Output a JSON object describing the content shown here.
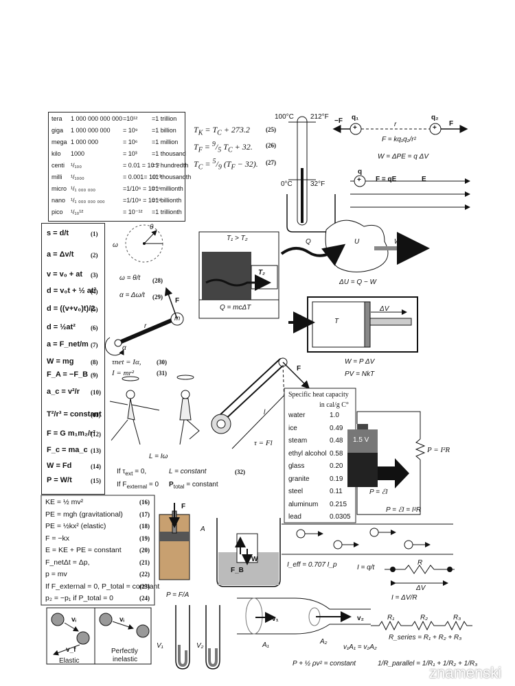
{
  "prefixes": {
    "rows": [
      {
        "name": "tera",
        "number": "1 000 000 000 000",
        "power": "=10¹²",
        "word": "=1 trillion"
      },
      {
        "name": "giga",
        "number": "1 000 000 000",
        "power": "= 10⁹",
        "word": "=1 billion"
      },
      {
        "name": "mega",
        "number": "1 000 000",
        "power": "= 10⁶",
        "word": "=1 million"
      },
      {
        "name": "kilo",
        "number": "1000",
        "power": "= 10³",
        "word": "=1 thousand"
      },
      {
        "name": "centi",
        "number": "¹/₁₀₀",
        "power": "=   0.01 = 10⁻²",
        "word": "=1 hundredth"
      },
      {
        "name": "milli",
        "number": "¹/₁₀₀₀",
        "power": "=   0.001= 10⁻³",
        "word": "=1 thousandth"
      },
      {
        "name": "micro",
        "number": "¹/₁ ₀₀₀ ₀₀₀",
        "power": "=1/10⁶ = 10⁻⁶",
        "word": "=1 millionth"
      },
      {
        "name": "nano",
        "number": "¹/₁ ₀₀₀ ₀₀₀ ₀₀₀",
        "power": "=1/10⁹ = 10⁻⁹",
        "word": "=1 billionth"
      },
      {
        "name": "pico",
        "number": "¹/₁₀¹²",
        "power": "= 10⁻¹²",
        "word": "=1 trillionth"
      }
    ]
  },
  "temperature": {
    "eqs": [
      {
        "text": "T_K = T_C + 273.2",
        "num": "(25)"
      },
      {
        "text": "T_F = 9/5 T_C + 32.",
        "num": "(26)"
      },
      {
        "text": "T_C = 5/9 (T_F − 32).",
        "num": "(27)"
      }
    ],
    "t100c": "100°C",
    "t212f": "212°F",
    "t0c": "0°C",
    "t32f": "32°F"
  },
  "electro": {
    "minusF": "−F",
    "q1": "q₁",
    "q2": "q₂",
    "r": "r",
    "F": "F",
    "coulomb": "F = kq₁q₂/r²",
    "work": "W = ΔPE = q ΔV",
    "q": "q",
    "FqE": "F = qE",
    "E": "E",
    "plus": "+"
  },
  "kinematics": [
    {
      "text": "s = d/t",
      "num": "(1)"
    },
    {
      "text": "a = Δv/t",
      "num": "(2)"
    },
    {
      "text": "v = v₀ + at",
      "num": "(3)"
    },
    {
      "text": "d = v₀t + ½ at²",
      "num": "(4)"
    },
    {
      "text": "d = ((v+v₀)t)/2",
      "num": "(5)"
    },
    {
      "text": "d = ½at²",
      "num": "(6)"
    },
    {
      "text": "a = F_net/m",
      "num": "(7)"
    },
    {
      "text": "W = mg",
      "num": "(8)"
    },
    {
      "text": "F_A = −F_B",
      "num": "(9)"
    },
    {
      "text": "a_c = v²/r",
      "num": "(10)"
    },
    {
      "text": "T²/r³ = constant",
      "num": "(11)"
    },
    {
      "text": "F = G m₁m₂/r²",
      "num": "(12)"
    },
    {
      "text": "F_c = ma_c",
      "num": "(13)"
    },
    {
      "text": "W = Fd",
      "num": "(14)"
    },
    {
      "text": "P = W/t",
      "num": "(15)"
    }
  ],
  "rotation": {
    "omega_eq": "ω = θ/t",
    "omega_num": "(28)",
    "alpha_eq": "α = Δω/t",
    "alpha_num": "(29)",
    "tau_eq": "τnet = Iα,",
    "tau_num": "(30)",
    "I_eq": "I = mr²",
    "I_num": "(31)",
    "theta": "θ",
    "omega": "ω",
    "alpha": "α",
    "F": "F",
    "r": "r",
    "m": "m",
    "L_eq": "L = Iω",
    "if_text_prefix": "If τ",
    "if_text_sub": "ext",
    "if_text_val": "= 0,",
    "L_const": "L = constant",
    "L_num": "(32)",
    "if_fext": "If F",
    "if_fext_sub": "external",
    "if_fext_val": "= 0",
    "ptotal": "P",
    "ptotal_sub": "total",
    "ptotal_val": "= constant"
  },
  "heat": {
    "t1t2": "T₁ > T₂",
    "t2": "T₂",
    "q_eq": "Q = mcΔT",
    "Q": "Q",
    "U": "U",
    "W": "W",
    "dU": "ΔU = Q − W",
    "dV": "ΔV",
    "T": "T",
    "W_eq": "W = P ΔV",
    "PV": "PV = NkT"
  },
  "wrench": {
    "F": "F",
    "l": "l",
    "tau": "τ = Fl"
  },
  "specific_heat": {
    "title": "Specific heat capacity",
    "units": "in cal/g C°",
    "rows": [
      {
        "name": "water",
        "value": "1.0"
      },
      {
        "name": "ice",
        "value": "0.49"
      },
      {
        "name": "steam",
        "value": "0.48"
      },
      {
        "name": "ethyl alcohol",
        "value": "0.58"
      },
      {
        "name": "glass",
        "value": "0.20"
      },
      {
        "name": "granite",
        "value": "0.19"
      },
      {
        "name": "steel",
        "value": "0.11"
      },
      {
        "name": "aluminum",
        "value": "0.215"
      },
      {
        "name": "lead",
        "value": "0.0305"
      }
    ]
  },
  "circuit": {
    "battery": "1.5 V",
    "P_I2R": "P = I²R",
    "P_EI": "P = ℰI",
    "P_full": "P = ℰI = I²R"
  },
  "energy": [
    {
      "text": "KE = ½ mv²",
      "num": "(16)"
    },
    {
      "text": "PE = mgh  (gravitational)",
      "num": "(17)"
    },
    {
      "text": "PE = ½kx²  (elastic)",
      "num": "(18)"
    },
    {
      "text": "F = −kx",
      "num": "(19)"
    },
    {
      "text": "E = KE + PE = constant",
      "num": "(20)"
    },
    {
      "text": "F_netΔt = Δp,",
      "num": "(21)"
    },
    {
      "text": "p = mv",
      "num": "(22)"
    },
    {
      "text": "If F_external = 0, P_total = constant",
      "num": "(23)"
    },
    {
      "text": "p₂ = −p₁  if  P_total = 0",
      "num": "(24)"
    }
  ],
  "collisions": {
    "vi": "vᵢ",
    "vf": "v_f",
    "elastic": "Elastic",
    "perfectly": "Perfectly",
    "inelastic": "inelastic"
  },
  "pressure": {
    "F": "F",
    "A": "A",
    "P_eq": "P = F/A",
    "V1": "V₁",
    "V2": "V₂"
  },
  "buoyancy": {
    "W": "W",
    "FB": "F_B"
  },
  "current": {
    "Ieff": "I_eff = 0.707  I_p",
    "I_eq": "I = q/t",
    "R": "R",
    "dV": "ΔV",
    "I_ohm": "I = ΔV/R"
  },
  "fluids": {
    "v1": "v₁",
    "v2": "v₂",
    "A1": "A₁",
    "A2": "A₂",
    "cont": "v₁A₁ = v₂A₂",
    "bern": "P + ½ ρv² = constant"
  },
  "resistors": {
    "R1": "R₁",
    "R2": "R₂",
    "R3": "R₃",
    "series": "R_series = R₁ + R₂ + R₃",
    "parallel": "1/R_parallel = 1/R₁ + 1/R₂ + 1/R₃"
  },
  "watermark": "znamenski"
}
